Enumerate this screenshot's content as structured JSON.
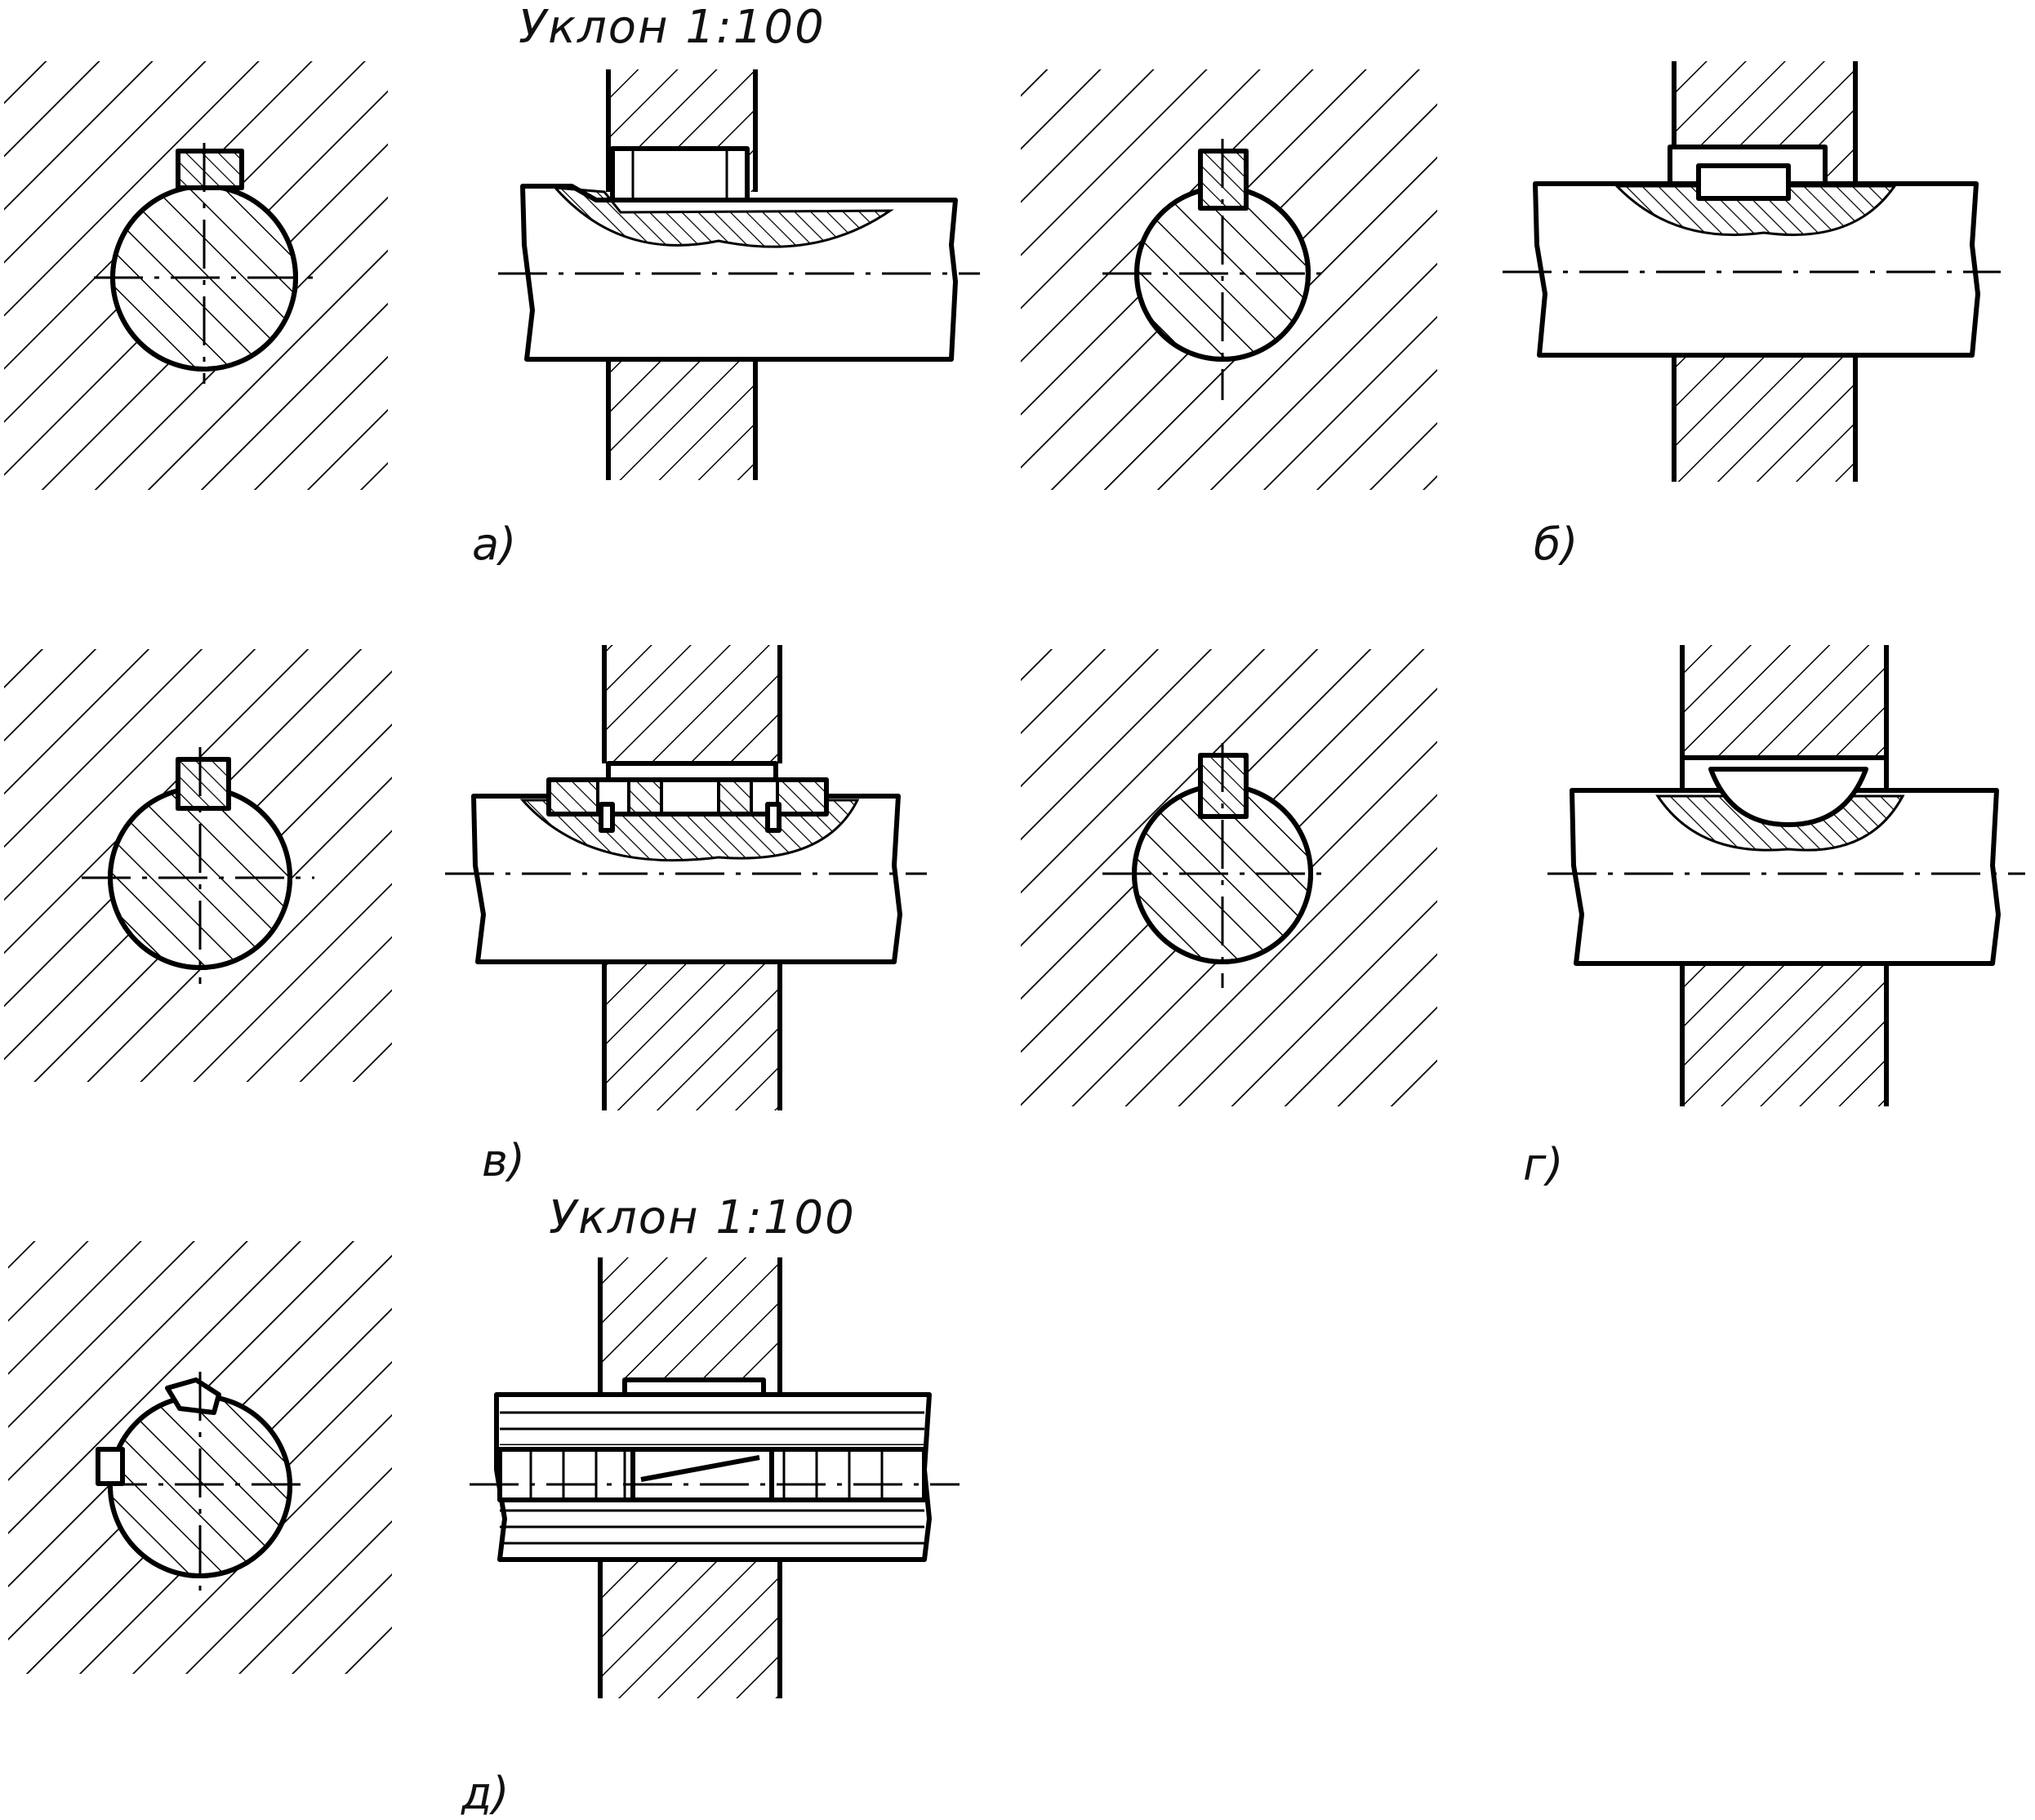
{
  "figures": [
    {
      "id": "a",
      "caption": "а)",
      "slope_label": "Уклон 1:100"
    },
    {
      "id": "b",
      "caption": "б)"
    },
    {
      "id": "v",
      "caption": "в)"
    },
    {
      "id": "g",
      "caption": "г)"
    },
    {
      "id": "d",
      "caption": "д)",
      "slope_label": "Уклон 1:100"
    }
  ],
  "colors": {
    "ink": "#000000",
    "paper": "#ffffff"
  }
}
